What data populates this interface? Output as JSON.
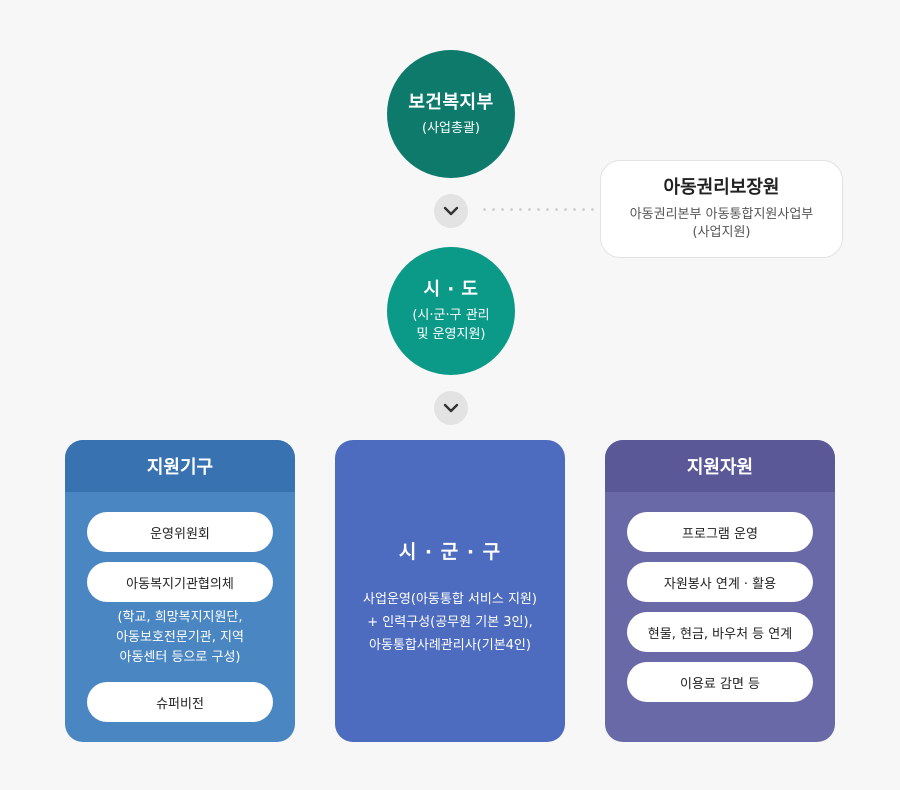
{
  "ministry": {
    "title": "보건복지부",
    "subtitle": "(사업총괄)"
  },
  "city": {
    "title": "시 · 도",
    "subtitle_line1": "(시·군·구 관리",
    "subtitle_line2": "및 운영지원)"
  },
  "agency": {
    "title": "아동권리보장원",
    "sub_line1": "아동권리본부 아동통합지원사업부",
    "sub_line2": "(사업지원)"
  },
  "support_panel": {
    "title": "지원기구",
    "items": [
      "운영위원회",
      "아동복지기관협의체",
      "슈퍼비전"
    ],
    "note": [
      "(학교, 희망복지지원단,",
      "아동보호전문기관, 지역",
      "아동센터 등으로 구성)"
    ]
  },
  "local_panel": {
    "title": "시 · 군 · 구",
    "body": [
      "사업운영(아동통합 서비스 지원)",
      "+ 인력구성(공무원 기본 3인),",
      "아동통합사례관리사(기본4인)"
    ]
  },
  "resource_panel": {
    "title": "지원자원",
    "items": [
      "프로그램 운영",
      "자원봉사 연계 · 활용",
      "현물, 현금, 바우처 등 연계",
      "이용료 감면 등"
    ]
  },
  "colors": {
    "ministry": "#0d7a6c",
    "city": "#0b9a88",
    "support_panel": "#4a86c2",
    "local_panel": "#4d6cbf",
    "resource_panel": "#6a69a8"
  },
  "icons": {
    "arrow": "chevron-down-icon"
  }
}
